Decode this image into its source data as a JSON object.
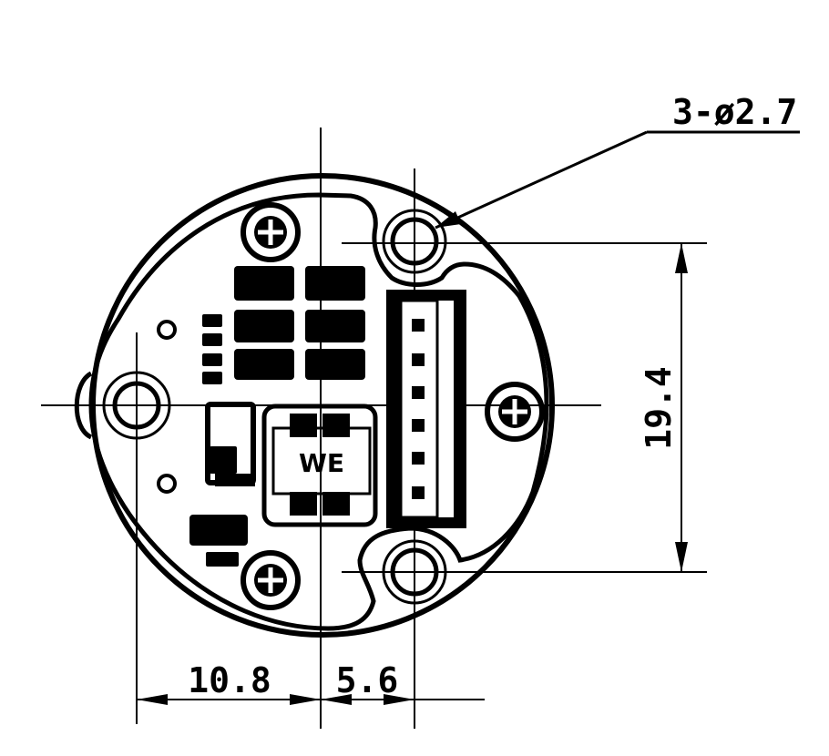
{
  "drawing": {
    "callout_label": "3-ø2.7",
    "dim_vertical": "19.4",
    "dim_left": "10.8",
    "dim_right": "5.6",
    "silkscreen_text": "WE",
    "connector_pin_count": 6,
    "colors": {
      "ink": "#000000",
      "paper": "#ffffff"
    }
  }
}
